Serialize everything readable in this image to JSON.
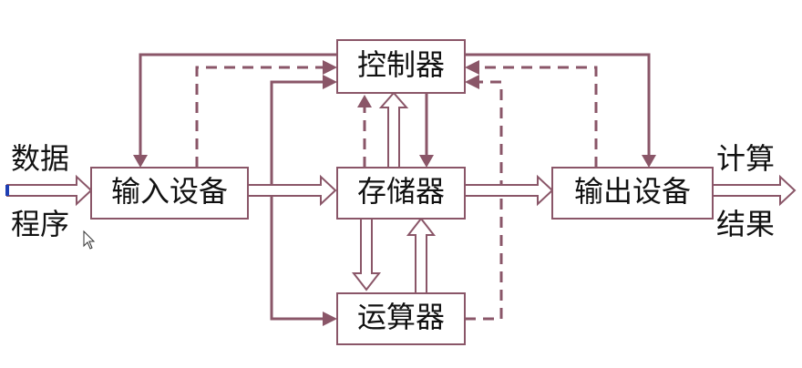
{
  "nodes": {
    "controller": "控制器",
    "memory": "存储器",
    "alu": "运算器",
    "input_device": "输入设备",
    "output_device": "输出设备"
  },
  "side_labels": {
    "input_top": "数据",
    "input_bottom": "程序",
    "output_top": "计算",
    "output_bottom": "结果"
  },
  "colors": {
    "stroke": "#8a5668",
    "text": "#111111",
    "background": "#ffffff"
  }
}
